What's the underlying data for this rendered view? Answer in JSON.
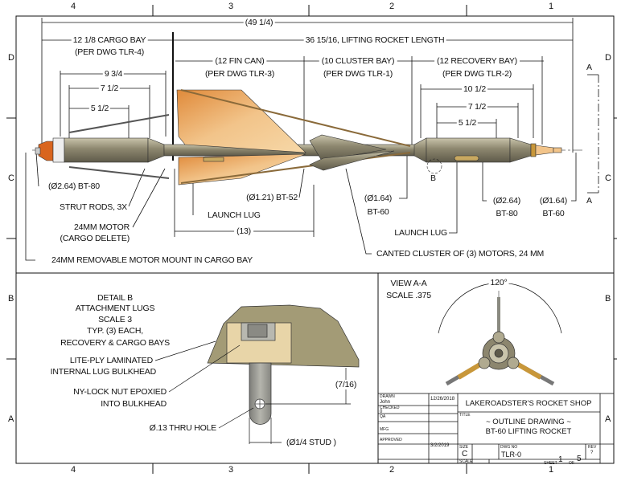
{
  "zones": {
    "columns": [
      "4",
      "3",
      "2",
      "1"
    ],
    "rows": [
      "D",
      "C",
      "B",
      "A"
    ]
  },
  "main_view": {
    "overall_length": "(49 1/4)",
    "cargo_bay": "12 1/8 CARGO BAY",
    "cargo_bay_ref": "(PER DWG TLR-4)",
    "lifting_length": "36 15/16, LIFTING ROCKET LENGTH",
    "fin_can": "(12 FIN CAN)",
    "fin_can_ref": "(PER DWG TLR-3)",
    "cluster_bay": "(10 CLUSTER BAY)",
    "cluster_bay_ref": "(PER DWG TLR-1)",
    "recovery_bay": "(12 RECOVERY BAY)",
    "recovery_bay_ref": "(PER DWG TLR-2)",
    "cargo_dims": [
      "9 3/4",
      "7 1/2",
      "5 1/2"
    ],
    "recovery_dims": [
      "10 1/2",
      "7 1/2",
      "5 1/2"
    ],
    "section_label": "A",
    "detail_label": "B",
    "callouts": {
      "cargo_tube_dia": "(Ø2.64) BT-80",
      "strut_rods": "STRUT RODS, 3X",
      "motor": "24MM MOTOR",
      "motor_note": "(CARGO DELETE)",
      "removable_mount": "24MM REMOVABLE MOTOR MOUNT IN CARGO BAY",
      "launch_lug_left": "LAUNCH LUG",
      "bt52": "(Ø1.21) BT-52",
      "fin_span": "(13)",
      "bt60_center_dia": "(Ø1.64)",
      "bt60_center": "BT-60",
      "launch_lug_right": "LAUNCH LUG",
      "canted_cluster": "CANTED CLUSTER OF (3) MOTORS, 24 MM",
      "bt80_right_dia": "(Ø2.64)",
      "bt80_right": "BT-80",
      "bt60_right_dia": "(Ø1.64)",
      "bt60_right": "BT-60"
    }
  },
  "detail_b": {
    "title_lines": [
      "DETAIL  B",
      "ATTACHMENT LUGS",
      "SCALE 3",
      "TYP. (3) EACH,",
      "RECOVERY & CARGO BAYS"
    ],
    "bulkhead": [
      "LITE-PLY LAMINATED",
      "INTERNAL LUG BULKHEAD"
    ],
    "nut": [
      "NY-LOCK NUT EPOXIED",
      "INTO BULKHEAD"
    ],
    "hole": "Ø.13 THRU HOLE",
    "offset": "(7/16)",
    "stud": "(Ø1/4 STUD )"
  },
  "view_aa": {
    "title": "VIEW A-A",
    "scale": "SCALE .375",
    "angle": "120°"
  },
  "title_block": {
    "drawn_label": "DRAWN",
    "drawn_by": "John",
    "drawn_date": "12/26/2018",
    "checked_label": "CHECKED",
    "checked_by": "0",
    "qa_label": "QA",
    "mfg_label": "MFG",
    "approved_label": "APPROVED",
    "approved_date": "3/2/2019",
    "company": "LAKEROADSTER'S ROCKET SHOP",
    "title_label": "TITLE",
    "title_line1": "~ OUTLINE DRAWING ~",
    "title_line2": "BT-60 LIFTING ROCKET",
    "size_label": "SIZE",
    "size": "C",
    "dwg_label": "DWG NO",
    "dwg_no": "TLR-0",
    "rev_label": "REV",
    "rev": "?",
    "scale_label": "SCALE",
    "sheet_label": "SHEET",
    "sheet": "1",
    "of_label": "OF",
    "sheets": "5"
  },
  "colors": {
    "body": "#8c866e",
    "fin_wood": "#e8b070",
    "tail_orange": "#d9651e",
    "metal": "#9a9a94",
    "line": "#111111"
  }
}
